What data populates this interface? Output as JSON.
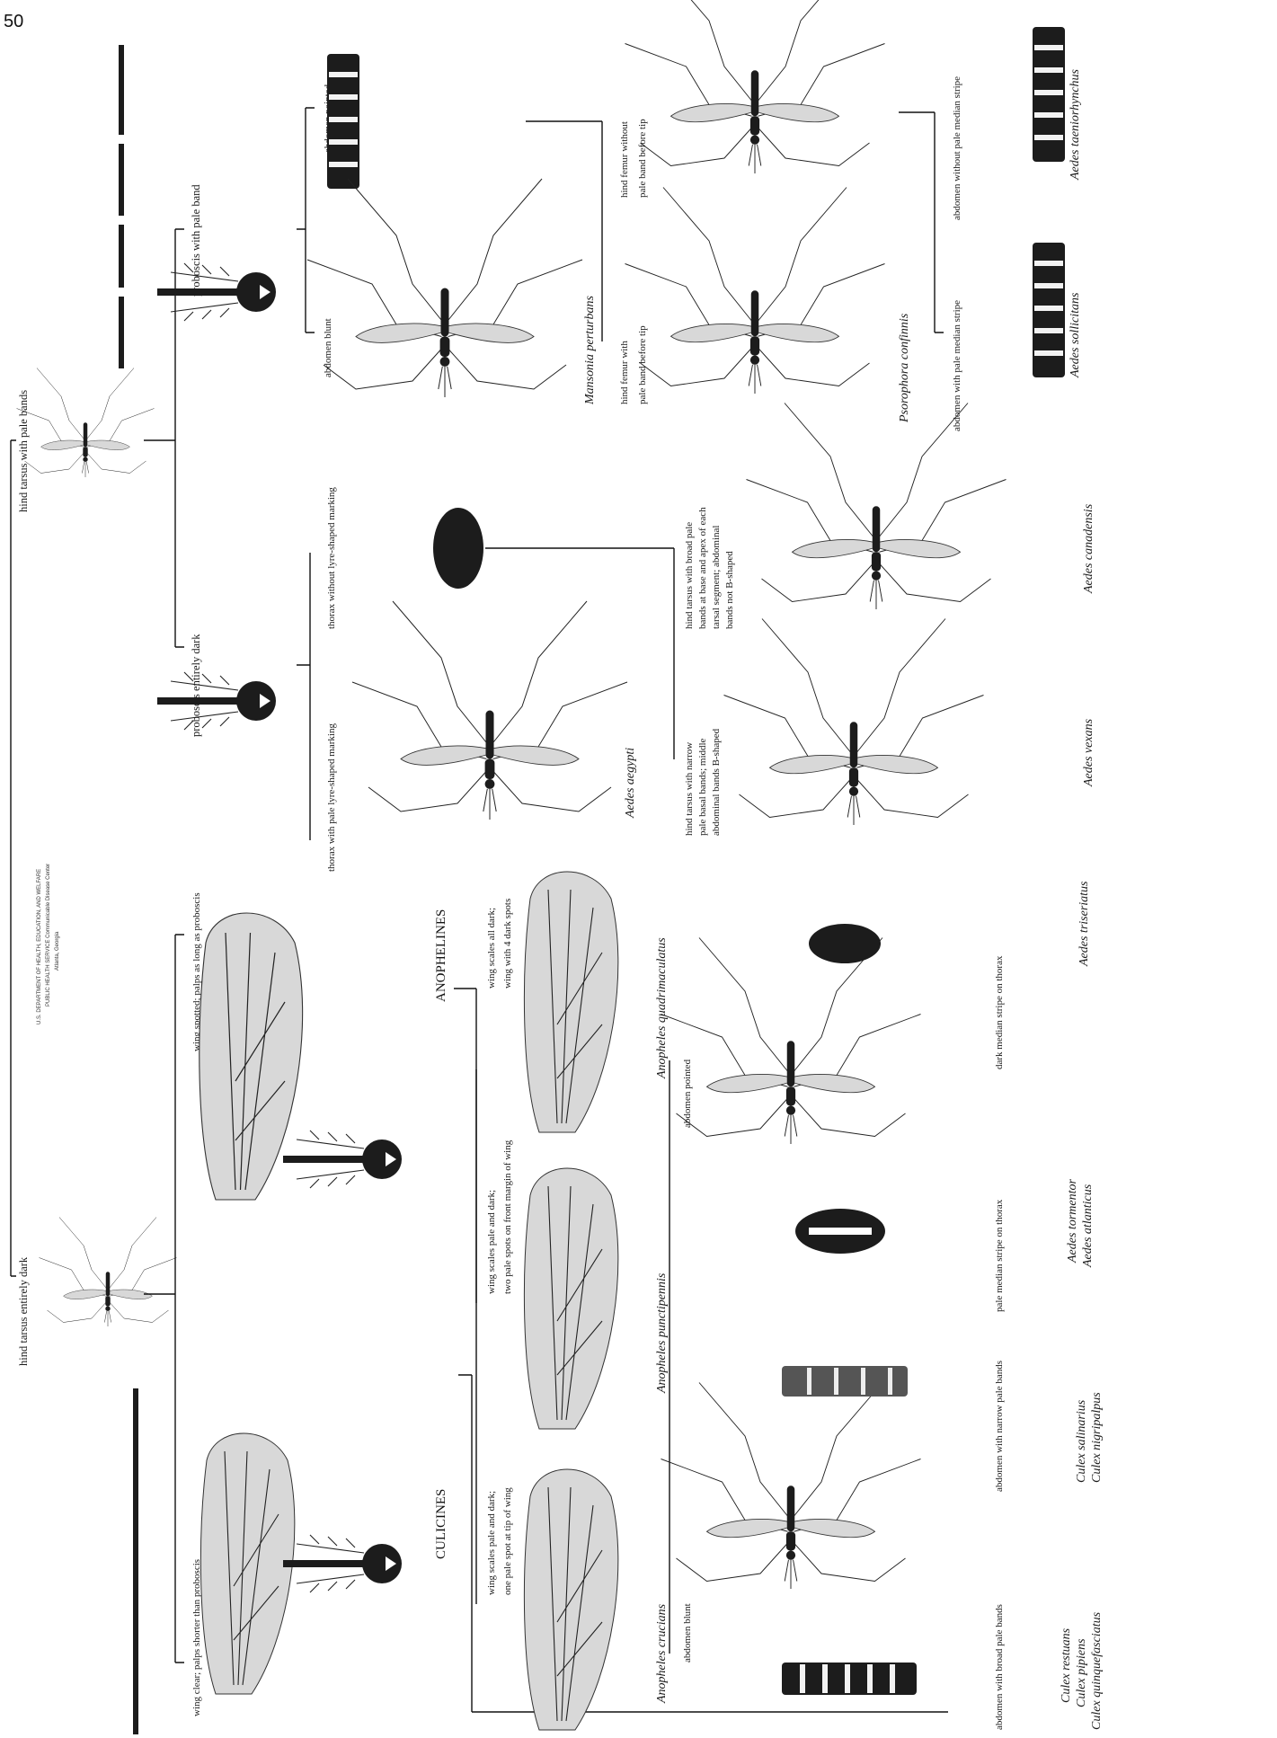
{
  "page_number": "50",
  "agency": {
    "line1": "U.S. DEPARTMENT OF HEALTH, EDUCATION, AND WELFARE",
    "line2": "PUBLIC HEALTH SERVICE  Communicable Disease Center",
    "line3": "Atlanta, Georgia"
  },
  "main_split": {
    "pale_bands": "hind tarsus with pale bands",
    "entirely_dark": "hind tarsus entirely dark"
  },
  "proboscis": {
    "pale_band": "proboscis with pale band",
    "entirely_dark": "proboscis entirely dark"
  },
  "abdomen_shape": {
    "pointed": "abdomen pointed",
    "blunt": "abdomen blunt"
  },
  "mansonia": "Mansonia perturbans",
  "hind_femur": {
    "without": [
      "hind femur without",
      "pale band before tip"
    ],
    "with": [
      "hind femur with",
      "pale band before tip"
    ]
  },
  "psorophora": "Psorophora confinnis",
  "median_stripe": {
    "without": "abdomen without pale median stripe",
    "with": "abdomen with pale median stripe"
  },
  "aedes_taenio": "Aedes taeniorhynchus",
  "aedes_sollicitans": "Aedes sollicitans",
  "thorax": {
    "without": "thorax without lyre-shaped marking",
    "with": "thorax with pale lyre-shaped marking"
  },
  "broad_bands": [
    "hind tarsus with broad pale",
    "bands at base and apex of each",
    "tarsal segment; abdominal",
    "bands not B-shaped"
  ],
  "narrow_bands": [
    "hind tarsus with narrow",
    "pale basal bands; middle",
    "abdominal bands B-shaped"
  ],
  "aedes_canadensis": "Aedes canadensis",
  "aedes_aegypti": "Aedes aegypti",
  "aedes_vexans": "Aedes vexans",
  "wing_spotted": "wing spotted; palps as long as proboscis",
  "wing_clear": "wing clear; palps shorter than proboscis",
  "groups": {
    "anophelines": "ANOPHELINES",
    "culicines": "CULICINES"
  },
  "wing_scales": {
    "all_dark": [
      "wing scales all dark;",
      "wing with 4 dark spots"
    ],
    "two_spots": [
      "wing scales pale and dark;",
      "two pale spots on front margin of wing"
    ],
    "one_spot": [
      "wing scales pale and dark;",
      "one pale spot at tip of wing"
    ]
  },
  "anopheles": {
    "quadrimaculatus": "Anopheles quadrimaculatus",
    "punctipennis": "Anopheles punctipennis",
    "crucians": "Anopheles crucians"
  },
  "culicine_abdomen": {
    "pointed": "abdomen pointed",
    "blunt": "abdomen blunt"
  },
  "dark_median": "dark median stripe on thorax",
  "aedes_triseriatus": "Aedes triseriatus",
  "pale_median": "pale median stripe on thorax",
  "aedes_pair": [
    "Aedes tormentor",
    "Aedes atlanticus"
  ],
  "narrow_pale": "abdomen with narrow pale bands",
  "culex_pair": [
    "Culex salinarius",
    "Culex nigripalpus"
  ],
  "broad_pale": "abdomen with broad pale bands",
  "culex_trio": [
    "Culex restuans",
    "Culex pipiens",
    "Culex quinquefasciatus"
  ]
}
